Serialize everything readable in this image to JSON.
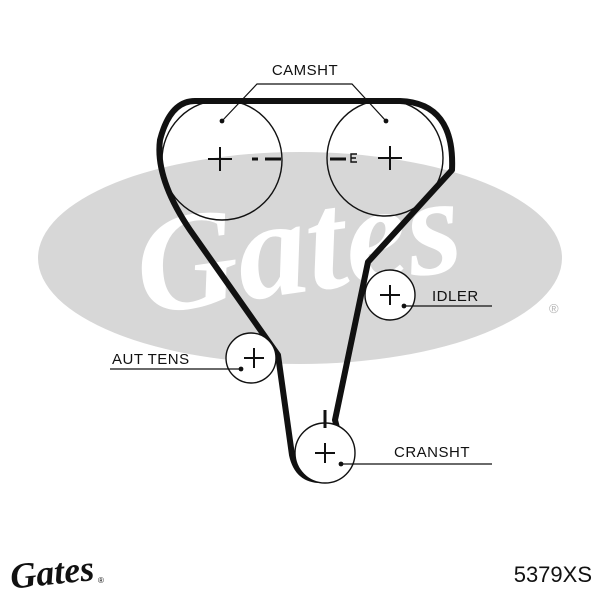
{
  "labels": {
    "camshaft": "CAMSHT",
    "idler": "IDLER",
    "tensioner": "AUT TENS",
    "crankshaft": "CRANSHT"
  },
  "watermark": {
    "text": "Gates",
    "registered_mark": "®",
    "color": "#d7d7d7"
  },
  "brand": {
    "logo_text": "Gates",
    "registered_mark": "®"
  },
  "part_number": "5379XS",
  "colors": {
    "ink": "#111111",
    "watermark": "#d7d7d7"
  }
}
